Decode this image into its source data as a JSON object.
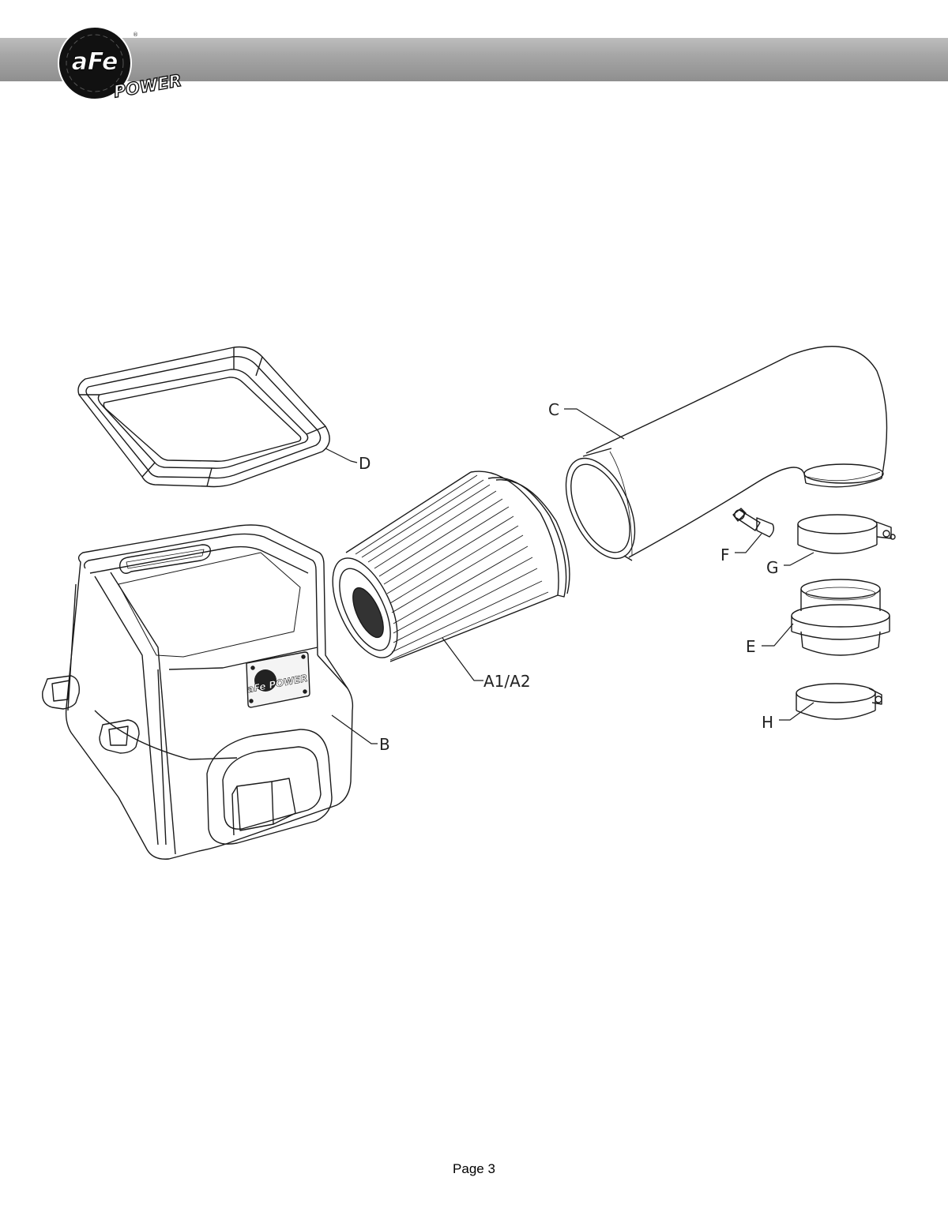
{
  "header": {
    "logo_top": "aFe",
    "logo_bottom": "POWER"
  },
  "diagram": {
    "labels": {
      "a": "A1/A2",
      "b": "B",
      "c": "C",
      "d": "D",
      "e": "E",
      "f": "F",
      "g": "G",
      "h": "H"
    },
    "plate_logo": "aFe POWER"
  },
  "footer": {
    "page": "Page 3"
  }
}
